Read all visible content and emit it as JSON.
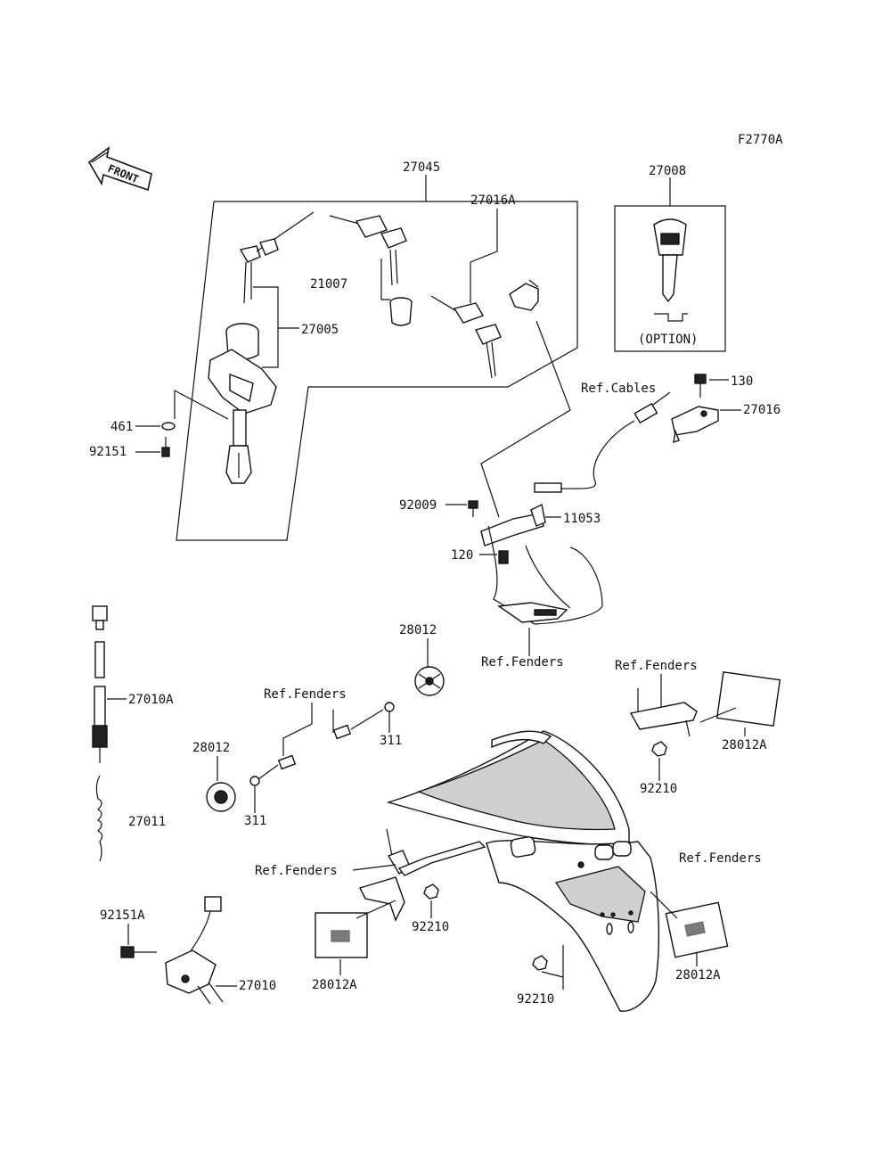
{
  "diagram_code": "F2770A",
  "front_label": "FRONT",
  "option_label": "(OPTION)",
  "labels": {
    "p27045": "27045",
    "p27008": "27008",
    "p27016A": "27016A",
    "p21007": "21007",
    "p27005": "27005",
    "p461": "461",
    "p92151": "92151",
    "p130": "130",
    "p27016": "27016",
    "ref_cables": "Ref.Cables",
    "p92009": "92009",
    "p11053": "11053",
    "p120": "120",
    "ref_fenders_1": "Ref.Fenders",
    "p28012_top": "28012",
    "p27010A": "27010A",
    "ref_fenders_2": "Ref.Fenders",
    "ref_fenders_3": "Ref.Fenders",
    "p28012A_right": "28012A",
    "p311_right": "311",
    "p28012_left": "28012",
    "p92210_right": "92210",
    "p311_left": "311",
    "p27011": "27011",
    "ref_fenders_4": "Ref.Fenders",
    "ref_fenders_5": "Ref.Fenders",
    "p92151A": "92151A",
    "p92210_mid": "92210",
    "p27010": "27010",
    "p28012A_left": "28012A",
    "p92210_bottom": "92210",
    "p28012A_bottom": "28012A"
  },
  "colors": {
    "ink": "#111111",
    "paper": "#ffffff",
    "fill": "#cfcfcf"
  }
}
